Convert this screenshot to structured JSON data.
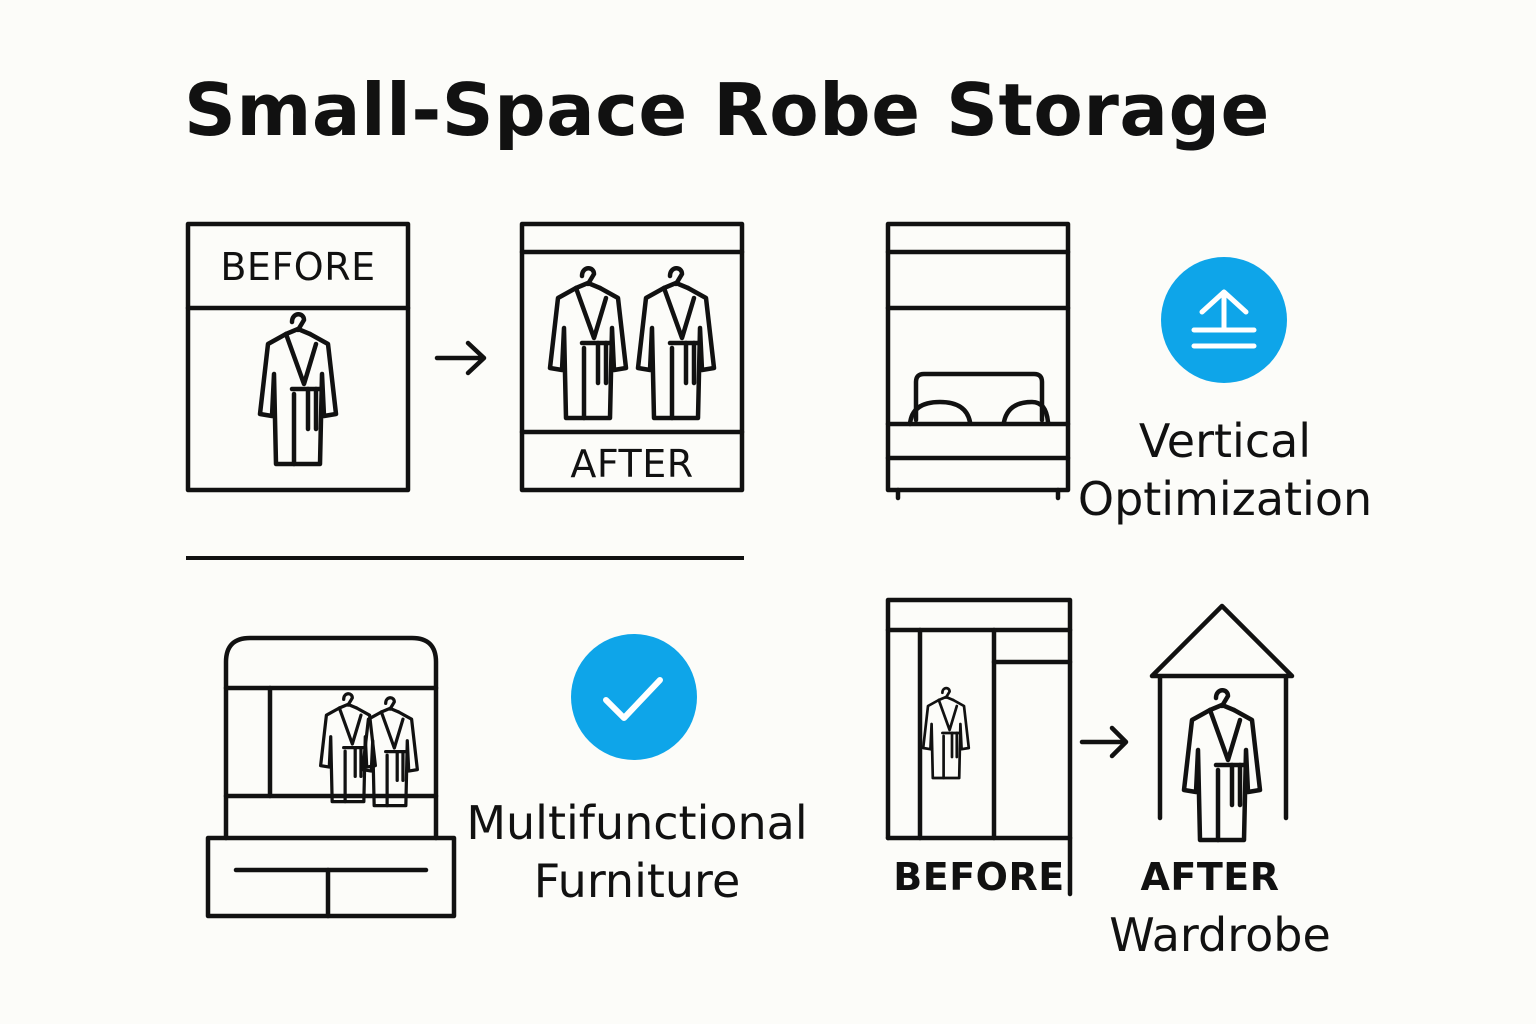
{
  "title": "Small-Space Robe Storage",
  "accent_color": "#0ea5e9",
  "panels": {
    "before_after_closet": {
      "before_label": "BEFORE",
      "after_label": "AFTER"
    },
    "vertical": {
      "label_line1": "Vertical",
      "label_line2": "Optimization",
      "icon": "upload-icon"
    },
    "multifunctional": {
      "label_line1": "Multifunctional",
      "label_line2": "Furniture",
      "icon": "checkmark-icon"
    },
    "wardrobe": {
      "before_label": "BEFORE",
      "after_label": "AFTER",
      "after_sublabel": "Wardrobe"
    }
  }
}
